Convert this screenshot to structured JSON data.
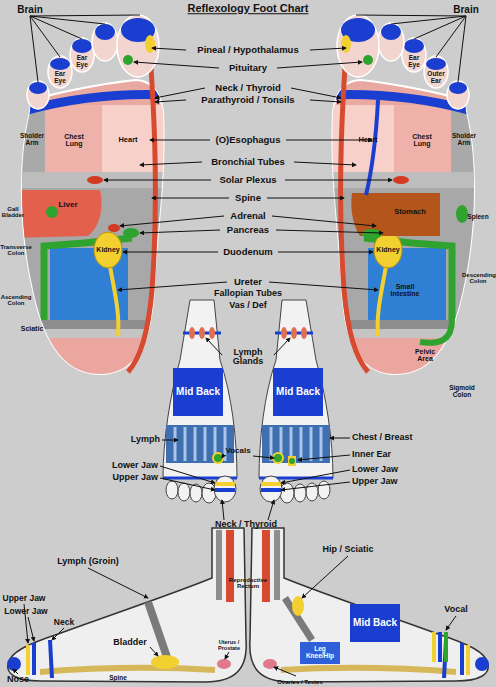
{
  "diagram": {
    "title": "Reflexology Foot Chart",
    "nodes": [
      {
        "text": [
          "Mid Back"
        ]
      },
      {
        "text": [
          "Mid Back"
        ]
      },
      {
        "text": [
          "Mid Back"
        ]
      },
      {
        "text": [
          "Leg Knee/Hip"
        ]
      }
    ],
    "labels": [
      "Brain",
      "Brain",
      "Ear Eye",
      "Ear Eye",
      "Ear Eye",
      "Outer Ear",
      "Pineal / Hypothalamus",
      "Pituitary",
      "Neck / Thyroid",
      "Parathyroid / Tonsils",
      "Sholder Arm",
      "Chest Lung",
      "Heart",
      "Heart",
      "Chest Lung",
      "Sholder Arm",
      "(O)Esophagus",
      "Bronchial Tubes",
      "Solar Plexus",
      "Gall Bladder",
      "Liver",
      "Stomach",
      "Spleen",
      "Spine",
      "Adrenal",
      "Pancreas",
      "Transverse Colon",
      "Kidney",
      "Kidney",
      "Duodenum",
      "Descending Colon",
      "Ascending Colon",
      "Small Intestine",
      "Ureter",
      "Fallopian Tubes",
      "Vas / Def",
      "Sciatic",
      "Lymph Glands",
      "Pelvic Area",
      "Sigmoid Colon",
      "Lymph",
      "Vocals",
      "Chest / Breast",
      "Inner Ear",
      "Lower Jaw",
      "Upper Jaw",
      "Lower Jaw",
      "Upper Jaw",
      "Neck / Thyroid",
      "Lymph (Groin)",
      "Reproductive Rectum",
      "Hip / Sciatic",
      "Upper Jaw",
      "Lower Jaw",
      "Neck",
      "Vocal",
      "Bladder",
      "Nose",
      "Uterus / Prostate",
      "Spine",
      "Ovaries / Testes"
    ]
  }
}
